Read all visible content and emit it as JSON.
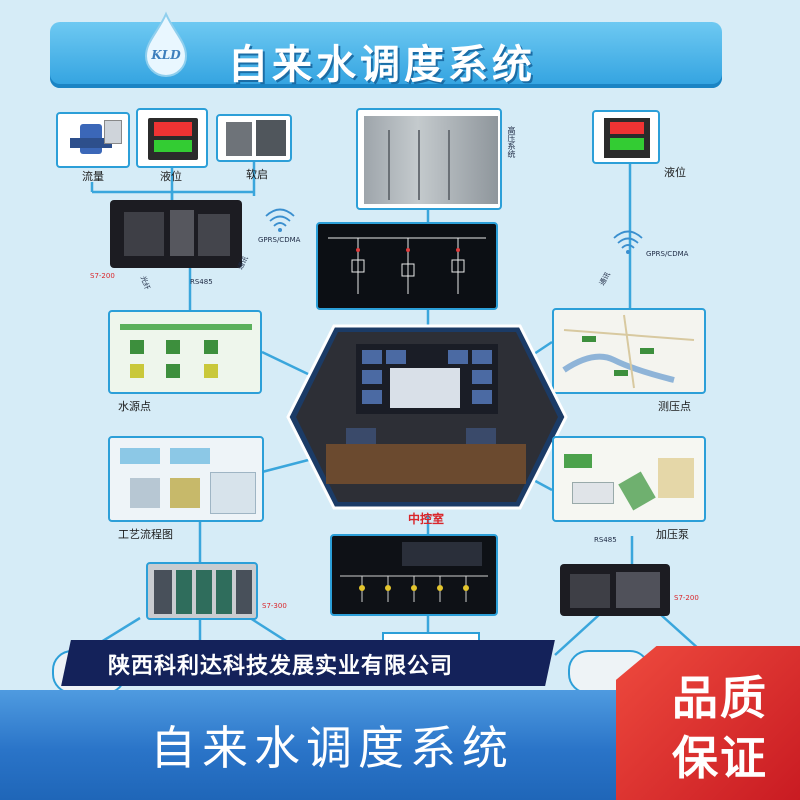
{
  "header": {
    "title": "自来水调度系统",
    "logo_text": "KLD"
  },
  "nodes": {
    "flow": "流量",
    "level_left": "液位",
    "soft_start": "软启",
    "level_right": "液位",
    "high_voltage": "高压系统",
    "plc_left": "S7-200",
    "fiber": "光纤",
    "rs485_left": "RS485",
    "gprs_left": "GPRS/CDMA",
    "network_left": "通讯",
    "gprs_right": "GPRS/CDMA",
    "network_right": "通讯",
    "water_source": "水源点",
    "pressure_point": "测压点",
    "control_room": "中控室",
    "process_flow": "工艺流程图",
    "booster": "加压泵",
    "rs485_right": "RS485",
    "plc_bottom_left": "S7-300",
    "plc_bottom_right": "S7-200"
  },
  "company_banner": "陕西科利达科技发展实业有限公司",
  "footer_title": "自来水调度系统",
  "quality_badge": {
    "line1": "品质",
    "line2": "保证"
  },
  "colors": {
    "background": "#d6ecf7",
    "accent": "#2c9fd8",
    "badge_red": "#d7262b",
    "footer_blue": "#2f7fd0"
  }
}
